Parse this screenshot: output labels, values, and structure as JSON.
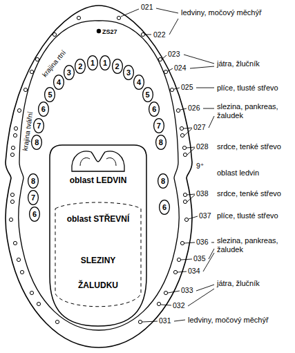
{
  "diagram": {
    "nodes": [
      {
        "text": [
          "8"
        ]
      },
      {
        "text": [
          "7"
        ]
      },
      {
        "text": [
          "6"
        ]
      },
      {
        "text": [
          "5"
        ]
      },
      {
        "text": [
          "4"
        ]
      },
      {
        "text": [
          "3"
        ]
      },
      {
        "text": [
          "2"
        ]
      },
      {
        "text": [
          "1"
        ]
      },
      {
        "text": [
          "1"
        ]
      },
      {
        "text": [
          "2"
        ]
      },
      {
        "text": [
          "3"
        ]
      },
      {
        "text": [
          "4"
        ]
      },
      {
        "text": [
          "5"
        ]
      },
      {
        "text": [
          "6"
        ]
      },
      {
        "text": [
          "7"
        ]
      },
      {
        "text": [
          "8"
        ]
      },
      {
        "text": [
          "8"
        ]
      },
      {
        "text": [
          "7"
        ]
      },
      {
        "text": [
          "6"
        ]
      },
      {
        "text": [
          "8"
        ]
      },
      {
        "text": [
          "6"
        ]
      },
      {
        "text": [
          "oblast LEDVIN",
          "oblast STŘEVNÍ",
          "SLEZINY",
          "ŽALUDKU"
        ]
      }
    ],
    "labels": [
      "ZS27",
      "krajina rtní",
      "krajina tvářní",
      "021",
      "ledviny, močový měchýř",
      "022",
      "023",
      "024",
      "játra, žlučník",
      "025",
      "plíce, tlusté střevo",
      "026",
      "027",
      "slezina, pankreas, žaludek",
      "028",
      "srdce, tenké střevo",
      "9⁺",
      "oblast ledvin",
      "038",
      "srdce, tenké střevo",
      "037",
      "plíce, tlusté střevo",
      "036",
      "slezina, pankreas, žaludek",
      "035",
      "034",
      "033",
      "játra, žlučník",
      "032",
      "031",
      "ledviny, močový měchýř"
    ]
  }
}
